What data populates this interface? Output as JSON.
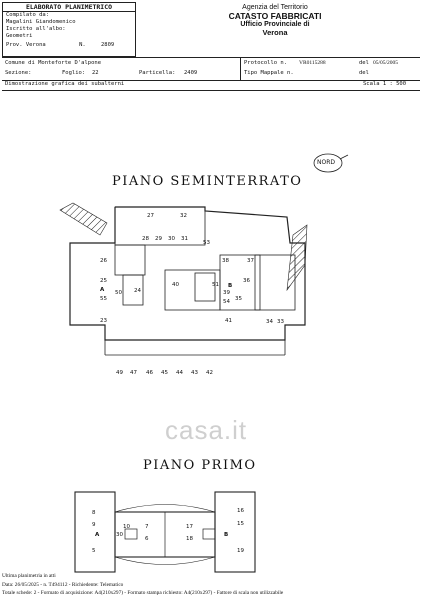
{
  "header": {
    "title": "ELABORATO PLANIMETRICO",
    "compilato_label": "Compilato da:",
    "compilato_name": "Magalini Giandomenico",
    "iscritto_label": "Iscritto all'albo:",
    "iscritto_value": "Geometri",
    "prov_label": "Prov. Verona",
    "n_label": "N.",
    "n_value": "2809",
    "agency_line1": "Agenzia del Territorio",
    "agency_line2": "CATASTO FABBRICATI",
    "agency_line3": "Ufficio Provinciale di",
    "agency_line4": "Verona"
  },
  "info_row": {
    "comune": "Comune di Monteforte D'alpone",
    "sezione_label": "Sezione:",
    "foglio_label": "Foglio:",
    "foglio_value": "22",
    "particella_label": "Particella:",
    "particella_value": "2409",
    "protocollo_label": "Protocollo n.",
    "protocollo_value": "VR0115288",
    "del_label": "del",
    "protocollo_date": "05/05/2005",
    "tipo_label": "Tipo Mappale n.",
    "tipo_del_label": "del"
  },
  "subtitle_row": {
    "dimostrazione": "Dimostrazione grafica dei subalterni",
    "scala": "Scala 1 : 500"
  },
  "compass": "NORD",
  "plans": {
    "seminterrato": "PIANO SEMINTERRATO",
    "primo": "PIANO PRIMO"
  },
  "labels_seminterrato": [
    "27",
    "32",
    "28",
    "29",
    "30",
    "31",
    "53",
    "26",
    "38",
    "37",
    "40",
    "25",
    "24",
    "A",
    "50",
    "51",
    "B",
    "36",
    "55",
    "39",
    "54",
    "35",
    "23",
    "41",
    "34",
    "33",
    "49",
    "47",
    "46",
    "45",
    "44",
    "43",
    "42"
  ],
  "labels_primo": [
    "8",
    "16",
    "9",
    "10",
    "7",
    "17",
    "15",
    "A",
    "30",
    "6",
    "18",
    "B",
    "5",
    "19"
  ],
  "watermark": "casa.it",
  "footer": {
    "line1": "Ultima planimetria in atti",
    "line2": "Data: 26/05/2025 - n. T494112 - Richiedente: Telematico",
    "line3": "Totale schede: 2 - Formato di acquisizione: A4(210x297) - Formato stampa richiesto: A4(210x297) - Fattore di scala non utilizzabile"
  }
}
